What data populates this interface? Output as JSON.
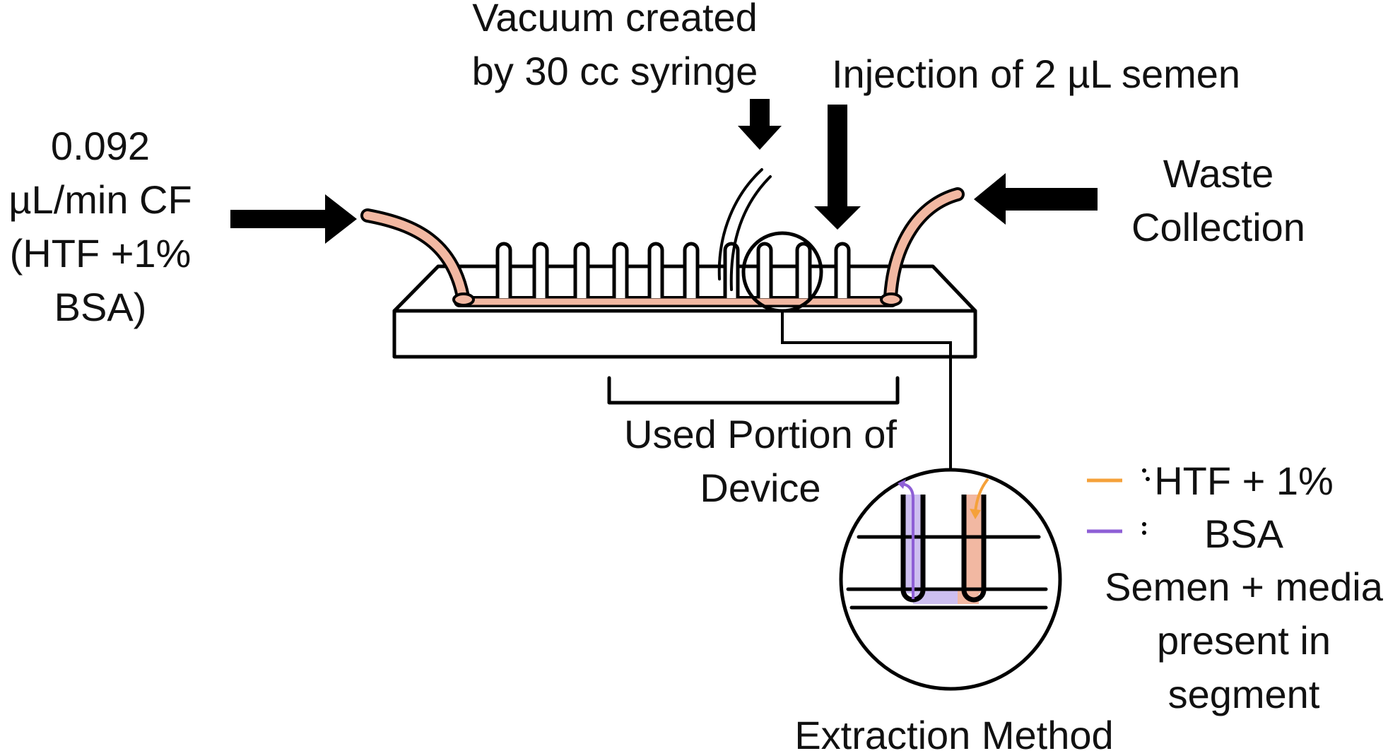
{
  "labels": {
    "flow_rate": [
      "0.092",
      "µL/min CF",
      "(HTF +1%",
      "BSA)"
    ],
    "vacuum": [
      "Vacuum created",
      "by 30 cc syringe"
    ],
    "injection": "Injection of 2 µL semen",
    "waste": [
      "Waste",
      "Collection"
    ],
    "used_portion": [
      "Used Portion of",
      "Device"
    ],
    "extraction": "Extraction Method"
  },
  "legend": {
    "items": [
      {
        "color": "#f5a13a",
        "label": "HTF + 1%"
      },
      {
        "color": "#8e5fd6",
        "label": "BSA"
      }
    ],
    "note": [
      "Semen + media",
      "present in",
      "segment"
    ]
  },
  "colors": {
    "tube_fill": "#f2b8a2",
    "outline": "#000000",
    "media_line": "#f5a13a",
    "semen_line": "#8e5fd6",
    "semen_fill": "#cdbff0"
  }
}
